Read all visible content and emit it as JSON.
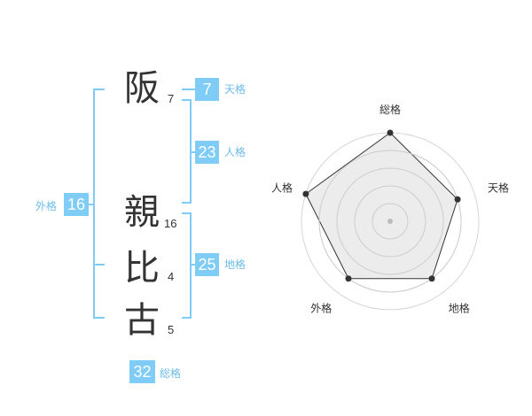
{
  "name": {
    "chars": [
      {
        "char": "阪",
        "strokes": "7"
      },
      {
        "char": "親",
        "strokes": "16"
      },
      {
        "char": "比",
        "strokes": "4"
      },
      {
        "char": "古",
        "strokes": "5"
      }
    ]
  },
  "kaku": {
    "tenkaku": {
      "value": "7",
      "label": "天格"
    },
    "jinkaku": {
      "value": "23",
      "label": "人格"
    },
    "chikaku": {
      "value": "25",
      "label": "地格"
    },
    "gaikaku": {
      "value": "16",
      "label": "外格"
    },
    "soukaku": {
      "value": "32",
      "label": "総格"
    }
  },
  "colors": {
    "accent": "#7fccf7",
    "accent_text": "#6cbce8",
    "text": "#333333"
  },
  "chart_data": {
    "type": "radar",
    "axes": [
      "総格",
      "天格",
      "地格",
      "外格",
      "人格"
    ],
    "values": [
      5,
      4,
      4,
      4,
      5
    ],
    "rmax": 5,
    "rings": [
      1,
      2,
      3,
      4,
      5
    ]
  }
}
